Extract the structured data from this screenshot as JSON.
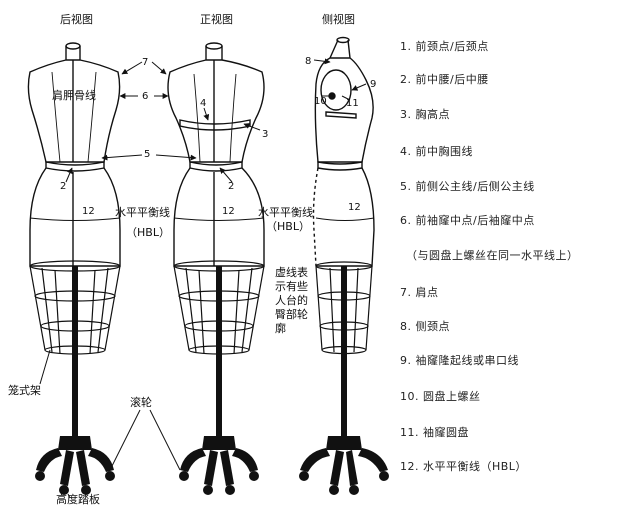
{
  "views": {
    "back": "后视图",
    "front": "正视图",
    "side": "侧视图"
  },
  "labels": {
    "shoulder_blade": "肩胛骨线",
    "hbl_back": "水平平衡线",
    "hbl_back_abbr": "（HBL）",
    "hbl_front": "水平平衡线",
    "hbl_front_abbr": "（HBL）",
    "dashed_note": "虚线表示有些人台的臀部轮廓",
    "cage_stand": "笼式架",
    "casters": "滚轮",
    "pedal": "高度踏板"
  },
  "callouts": {
    "n2a": "2",
    "n2b": "2",
    "n3": "3",
    "n4": "4",
    "n5": "5",
    "n6": "6",
    "n7": "7",
    "n8": "8",
    "n9": "9",
    "n10": "10",
    "n11": "11",
    "n12a": "12",
    "n12b": "12",
    "n12c": "12"
  },
  "legend": [
    "1. 前颈点/后颈点",
    "2. 前中腰/后中腰",
    "3. 胸高点",
    "4. 前中胸围线",
    "5. 前侧公主线/后侧公主线",
    "6. 前袖窿中点/后袖窿中点",
    "（与圆盘上螺丝在同一水平线上）",
    "7. 肩点",
    "8. 侧颈点",
    "9. 袖窿隆起线或串口线",
    "10. 圆盘上螺丝",
    "11. 袖窿圆盘",
    "12. 水平平衡线（HBL）"
  ]
}
